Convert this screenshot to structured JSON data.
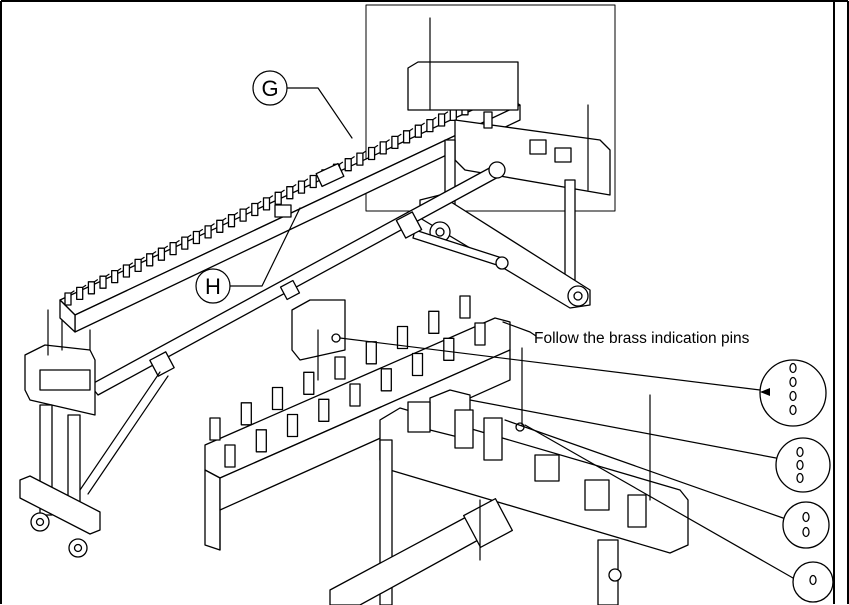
{
  "callouts": {
    "g_label": "G",
    "h_label": "H"
  },
  "annotation": {
    "text": "Follow the brass indication pins"
  },
  "colors": {
    "line": "#000000",
    "background": "#ffffff"
  }
}
